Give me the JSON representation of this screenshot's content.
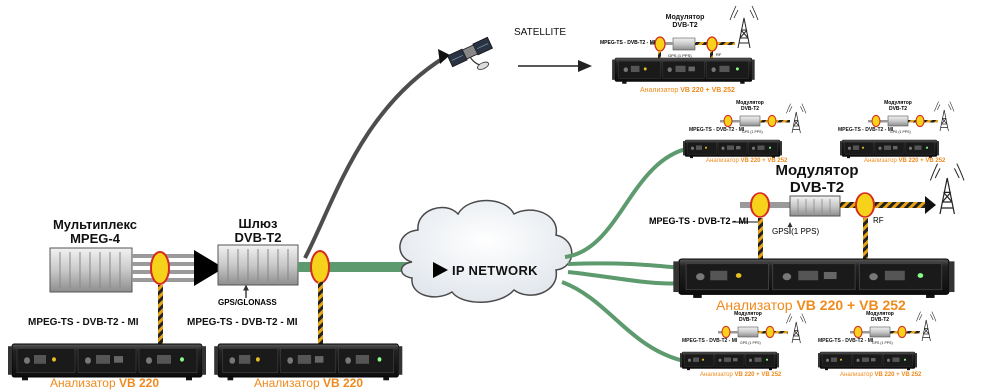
{
  "multiplexer": {
    "title_line1": "Мультиплекс",
    "title_line2": "MPEG-4"
  },
  "gateway": {
    "title_line1": "Шлюз",
    "title_line2": "DVB-T2",
    "gps_label": "GPS/GLONASS"
  },
  "signal_label": "MPEG-TS - DVB-T2 - MI",
  "satellite_label": "SATELLITE",
  "network_label": "IP NETWORK",
  "modulator": {
    "title_line1": "Модулятор",
    "title_line2": "DVB-T2",
    "gps_label": "GPS (1 PPS)",
    "rf_label": "RF"
  },
  "analyzer_prefix": "Анализатор",
  "analyzer_model_single": "VB 220",
  "analyzer_model_combo": "VB 220 + VB 252",
  "colors": {
    "arrow_green": "#5d9a6e",
    "probe_yellow": "#f7d21b",
    "probe_red": "#d42a1f",
    "label_orange": "#f08a1c",
    "hazard_stripe": "#e8a317",
    "cloud_stroke": "#4a4a4a"
  },
  "icons": [
    "satellite-icon",
    "antenna-tower-icon",
    "cloud-icon",
    "probe-tap-icon",
    "rack-unit-icon"
  ]
}
